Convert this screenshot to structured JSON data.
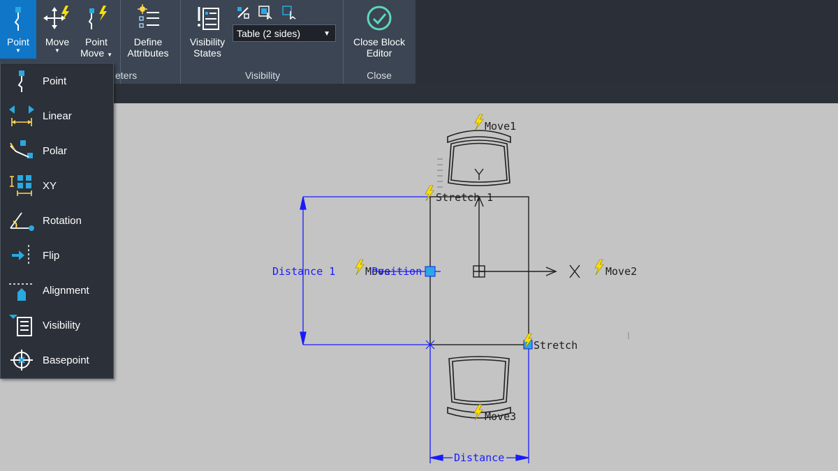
{
  "ribbon": {
    "buttons": [
      {
        "id": "point",
        "label": "Point",
        "has_arrow": true,
        "active": true
      },
      {
        "id": "move",
        "label": "Move",
        "has_arrow": true
      },
      {
        "id": "point_move",
        "label_lines": [
          "Point",
          "Move"
        ],
        "has_arrow": true
      },
      {
        "id": "define_attributes",
        "label_lines": [
          "Define",
          "Attributes"
        ]
      },
      {
        "id": "visibility_states",
        "label_lines": [
          "Visibility",
          "States"
        ]
      },
      {
        "id": "close_block_editor",
        "label_lines": [
          "Close Block",
          "Editor"
        ]
      }
    ],
    "visibility_dropdown": {
      "value": "Table (2 sides)"
    },
    "group_labels": {
      "parameters_partial": "eters",
      "visibility": "Visibility",
      "close": "Close"
    }
  },
  "menu": {
    "items": [
      {
        "label": "Point",
        "icon": "point-param-icon"
      },
      {
        "label": "Linear",
        "icon": "linear-param-icon"
      },
      {
        "label": "Polar",
        "icon": "polar-param-icon"
      },
      {
        "label": "XY",
        "icon": "xy-param-icon"
      },
      {
        "label": "Rotation",
        "icon": "rotation-param-icon"
      },
      {
        "label": "Flip",
        "icon": "flip-param-icon"
      },
      {
        "label": "Alignment",
        "icon": "alignment-param-icon"
      },
      {
        "label": "Visibility",
        "icon": "visibility-param-icon"
      },
      {
        "label": "Basepoint",
        "icon": "basepoint-param-icon"
      }
    ]
  },
  "drawing": {
    "labels": {
      "move1": "Move1",
      "move2": "Move2",
      "move3": "Move3",
      "stretch_top": "Stretch",
      "one": "1",
      "distance1": "Distance 1",
      "position": "Position",
      "move_left": "Move",
      "stretch_br": "Stretch",
      "distance": "Distance",
      "y_label": "Y",
      "x_label": "X"
    },
    "colors": {
      "param": "#1a1aff",
      "geometry": "#1e1e1e",
      "grip": "#29a9e0",
      "lightning": "#ffe000"
    }
  }
}
